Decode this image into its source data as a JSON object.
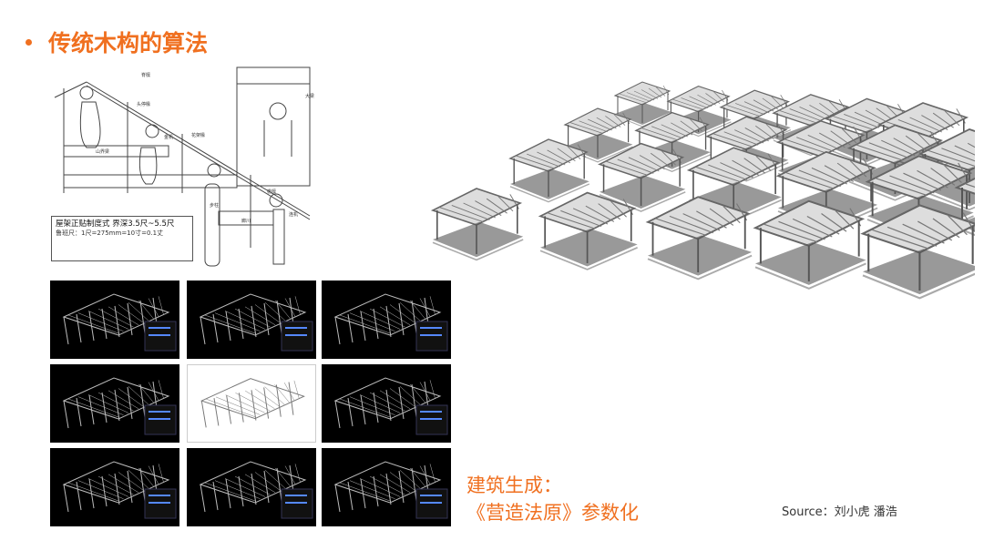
{
  "slide": {
    "title": "传统木构的算法",
    "bullet_color": "#f07020"
  },
  "diagram": {
    "box_title": "屋架正贴制度式 界深3.5尺~5.5尺",
    "box_unit": "鲁班尺：1尺=275mm=10寸=0.1丈",
    "labels": [
      "脊檩",
      "头停椽",
      "花架椽",
      "大梁",
      "山界梁",
      "金机",
      "步柱",
      "廊川",
      "檐檩",
      "连机"
    ]
  },
  "caption": {
    "line1": "建筑生成：",
    "line2": "《营造法原》参数化"
  },
  "source": "Source：刘小虎 潘浩"
}
